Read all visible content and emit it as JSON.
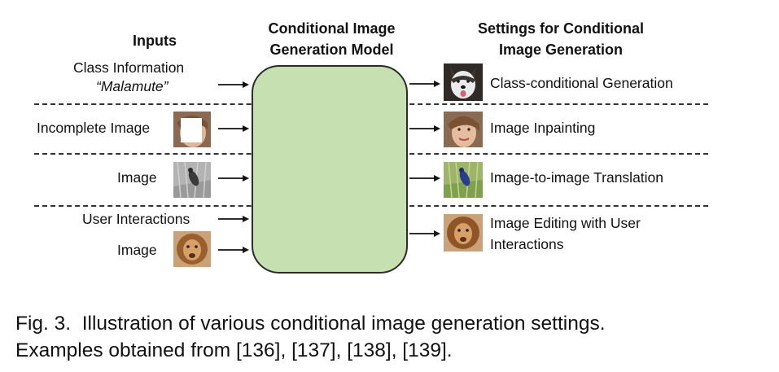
{
  "headers": {
    "inputs": "Inputs",
    "model": "Conditional Image Generation Model",
    "settings": "Settings for Conditional Image Generation"
  },
  "inputs": {
    "class_info_line1": "Class Information",
    "class_info_line2": "“Malamute”",
    "incomplete_image": "Incomplete Image",
    "image_row3": "Image",
    "user_interactions": "User Interactions",
    "image_row4": "Image"
  },
  "outputs": {
    "class_conditional": "Class-conditional Generation",
    "inpainting": "Image Inpainting",
    "translation": "Image-to-image Translation",
    "editing_line1": "Image Editing with User",
    "editing_line2": "Interactions"
  },
  "caption": {
    "line1": "Fig. 3.  Illustration of various conditional image generation settings.",
    "line2": "Examples obtained from [136], [137], [138], [139]."
  },
  "colors": {
    "model_fill": "#c7e0b1",
    "stroke": "#2b2b2b"
  },
  "icons": {
    "dog": "malamute-dog-photo",
    "face_masked": "masked-face-photo",
    "face": "face-photo",
    "bird_gray": "grayscale-bird-photo",
    "bird_color": "color-bird-photo",
    "lion_in": "lion-photo",
    "lion_out": "edited-lion-photo"
  }
}
